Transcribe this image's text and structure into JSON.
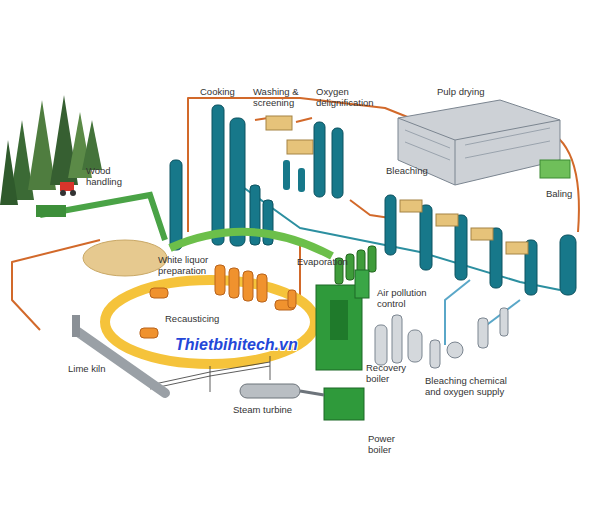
{
  "diagram": {
    "labels": [
      "Cooking",
      "Washing & screening",
      "Oxygen delignification",
      "Pulp drying",
      "Wood handling",
      "Bleaching",
      "Baling",
      "White liquor preparation",
      "Evaporation",
      "Recausticing",
      "Air pollution control",
      "Lime kiln",
      "Recovery boiler",
      "Bleaching chemical and oxygen supply",
      "Steam turbine",
      "Power boiler",
      "Thietbihitech.vn"
    ]
  }
}
